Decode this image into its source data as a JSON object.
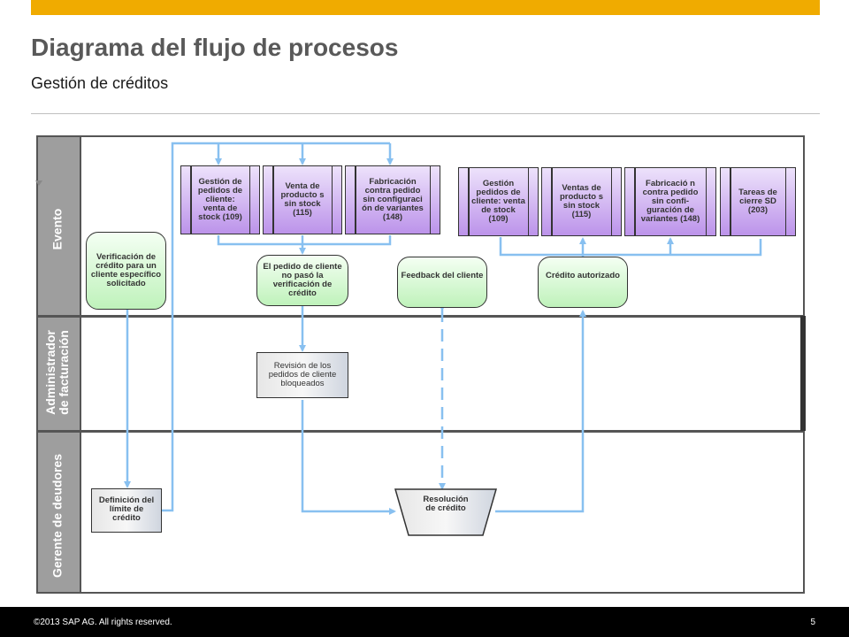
{
  "header": {
    "title": "Diagrama del flujo de procesos",
    "subtitle": "Gestión de créditos"
  },
  "footer": {
    "copyright": "©2013 SAP AG. All rights reserved.",
    "page": "5"
  },
  "colors": {
    "accent": "#f0ab00",
    "connector": "#88c0f0",
    "lane_header": "#9e9e9e",
    "event_fill": "#bff2bb",
    "transaction_fill": "#bc93ea"
  },
  "lanes": {
    "evento": "Evento",
    "admin_line1": "Administrador",
    "admin_line2": "de facturación",
    "gerente": "Gerente de deudores"
  },
  "nodes": {
    "tx_gestion1": "Gestión de pedidos de cliente: venta de stock (109)",
    "tx_venta1": "Venta de producto s sin stock (115)",
    "tx_fabric1": "Fabricación contra pedido sin configuraci ón de variantes (148)",
    "tx_gestion2": "Gestión pedidos de cliente: venta de stock (109)",
    "tx_ventas2": "Ventas de producto s sin stock (115)",
    "tx_fabric2": "Fabricació n contra pedido sin confi-guración de variantes (148)",
    "tx_tareas": "Tareas de cierre SD (203)",
    "ev_verificacion": "Verificación de crédito para un cliente específico solicitado",
    "ev_pedido": "El pedido de cliente no pasó la verificación de crédito",
    "ev_feedback": "Feedback del cliente",
    "ev_credito": "Crédito autorizado",
    "proc_revision": "Revisión de los pedidos de cliente bloqueados",
    "proc_definicion": "Definición del límite de crédito",
    "dec_resolucion": "Resolución de crédito"
  }
}
